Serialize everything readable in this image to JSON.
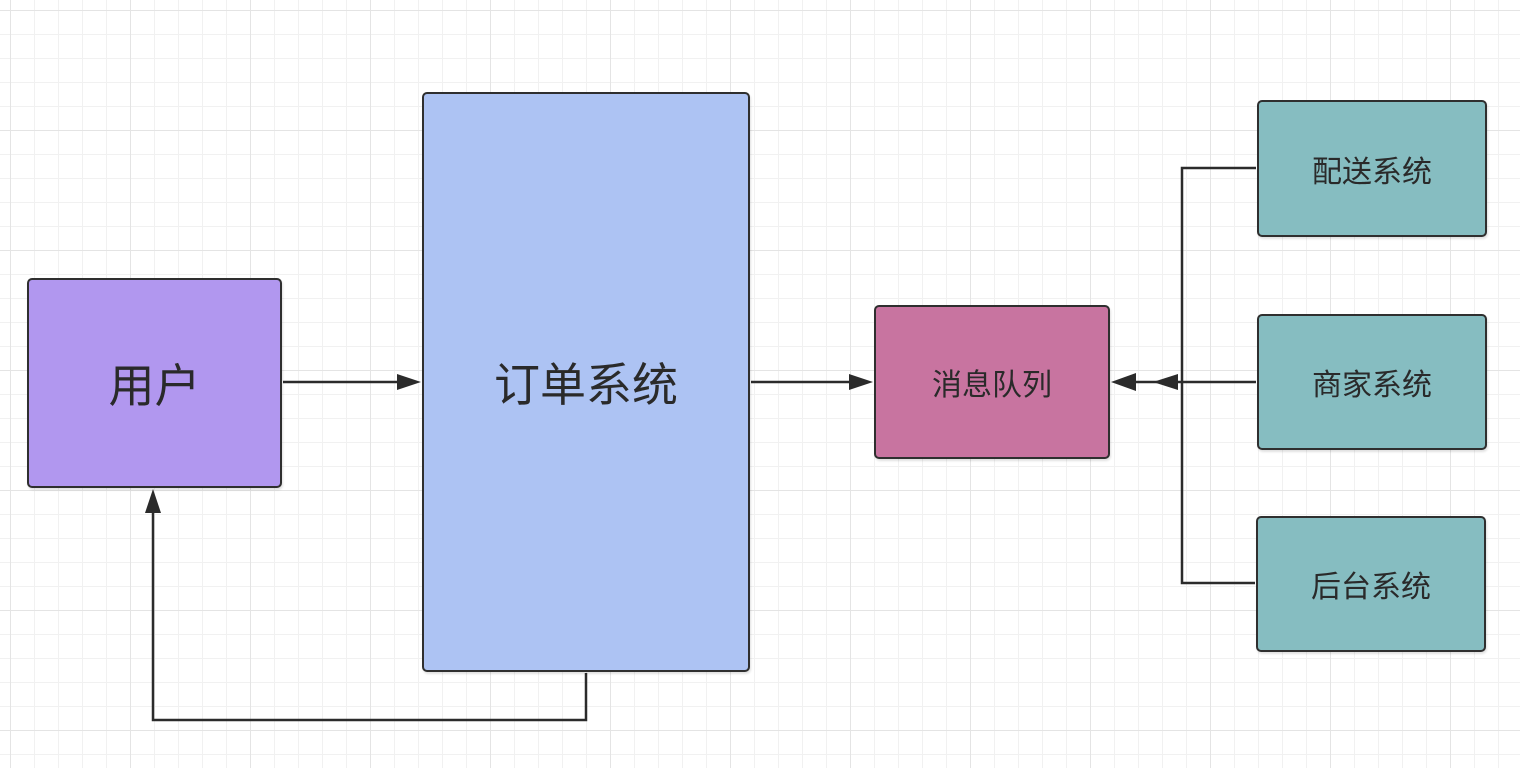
{
  "diagram": {
    "nodes": {
      "user": {
        "label": "用户",
        "color": "#b197ef"
      },
      "order_system": {
        "label": "订单系统",
        "color": "#adc3f3"
      },
      "message_queue": {
        "label": "消息队列",
        "color": "#c874a0"
      },
      "delivery_system": {
        "label": "配送系统",
        "color": "#86bdc1"
      },
      "merchant_system": {
        "label": "商家系统",
        "color": "#86bdc1"
      },
      "backend_system": {
        "label": "后台系统",
        "color": "#86bdc1"
      }
    },
    "edges": [
      {
        "from": "user",
        "to": "order_system"
      },
      {
        "from": "order_system",
        "to": "message_queue"
      },
      {
        "from": "order_system",
        "to": "user"
      },
      {
        "from": "delivery_system",
        "to": "message_queue"
      },
      {
        "from": "merchant_system",
        "to": "message_queue"
      },
      {
        "from": "backend_system",
        "to": "message_queue"
      }
    ],
    "line_color": "#2b2b2b",
    "grid_color": "#e4e4e4"
  }
}
